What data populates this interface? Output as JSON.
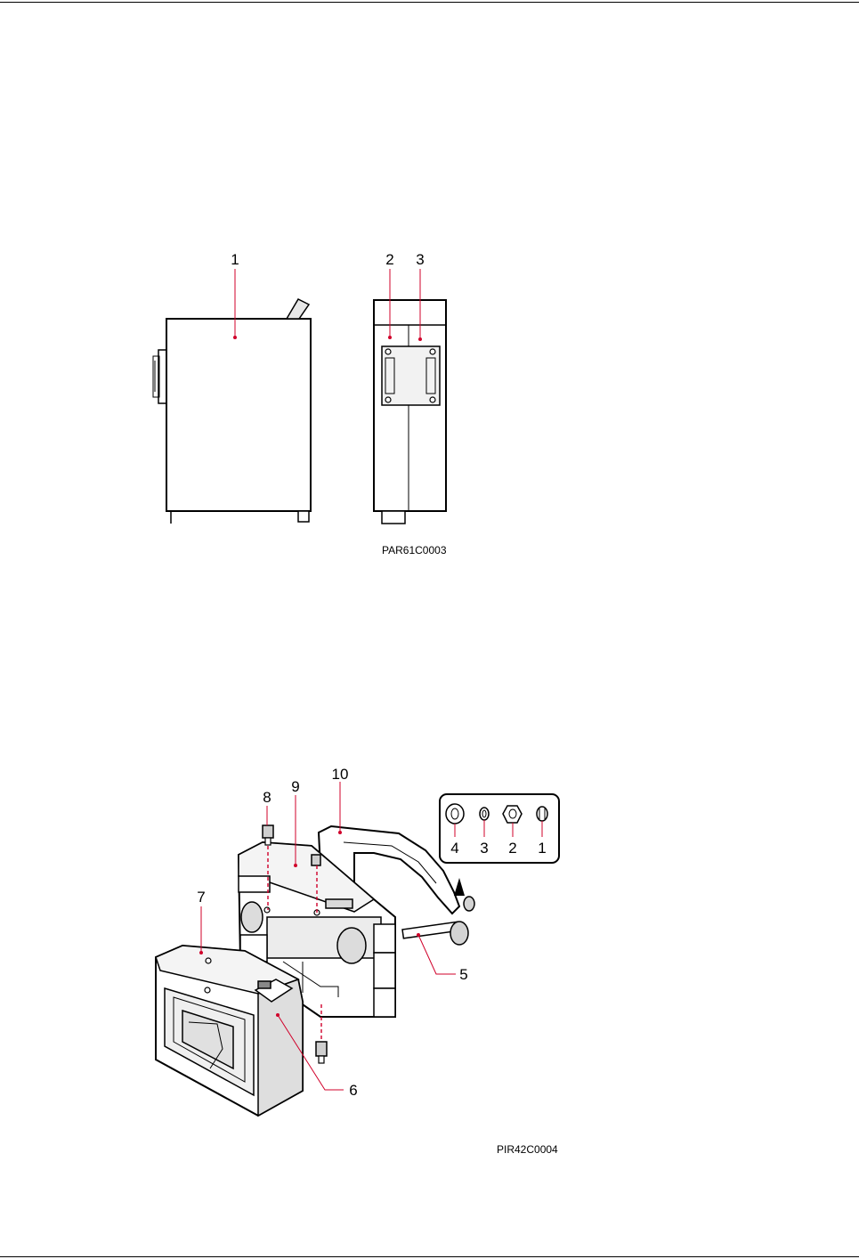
{
  "figure_1": {
    "callouts": [
      "1",
      "2",
      "3"
    ],
    "figure_code": "PAR61C0003"
  },
  "figure_2": {
    "callouts": [
      "1",
      "2",
      "3",
      "4",
      "5",
      "6",
      "7",
      "8",
      "9",
      "10"
    ],
    "figure_code": "PIR42C0004"
  },
  "colors": {
    "line": "#000000",
    "leader": "#d0002a",
    "shade": "#e8e8e8"
  }
}
